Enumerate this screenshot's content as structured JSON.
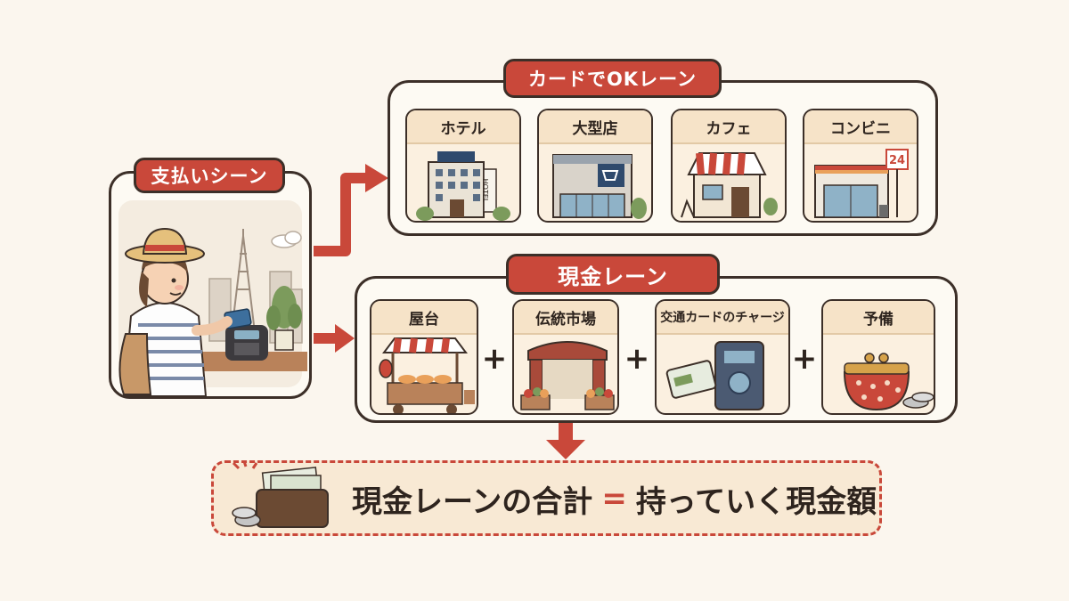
{
  "scene": {
    "label": "支払いシーン",
    "hotel_sign": "HOTEL"
  },
  "card_lane": {
    "label": "カードでOKレーン",
    "items": [
      {
        "label": "ホテル"
      },
      {
        "label": "大型店"
      },
      {
        "label": "カフェ"
      },
      {
        "label": "コンビニ",
        "badge": "24"
      }
    ]
  },
  "cash_lane": {
    "label": "現金レーン",
    "items": [
      {
        "label": "屋台"
      },
      {
        "label": "伝統市場"
      },
      {
        "label": "交通カードのチャージ"
      },
      {
        "label": "予備"
      }
    ],
    "plus": "+"
  },
  "total": {
    "left": "現金レーンの合計",
    "equals": "=",
    "right": "持っていく現金額"
  },
  "colors": {
    "accent": "#c9483a",
    "outline": "#3c2f28",
    "background": "#fbf6ee",
    "card": "#fbf0e0"
  }
}
